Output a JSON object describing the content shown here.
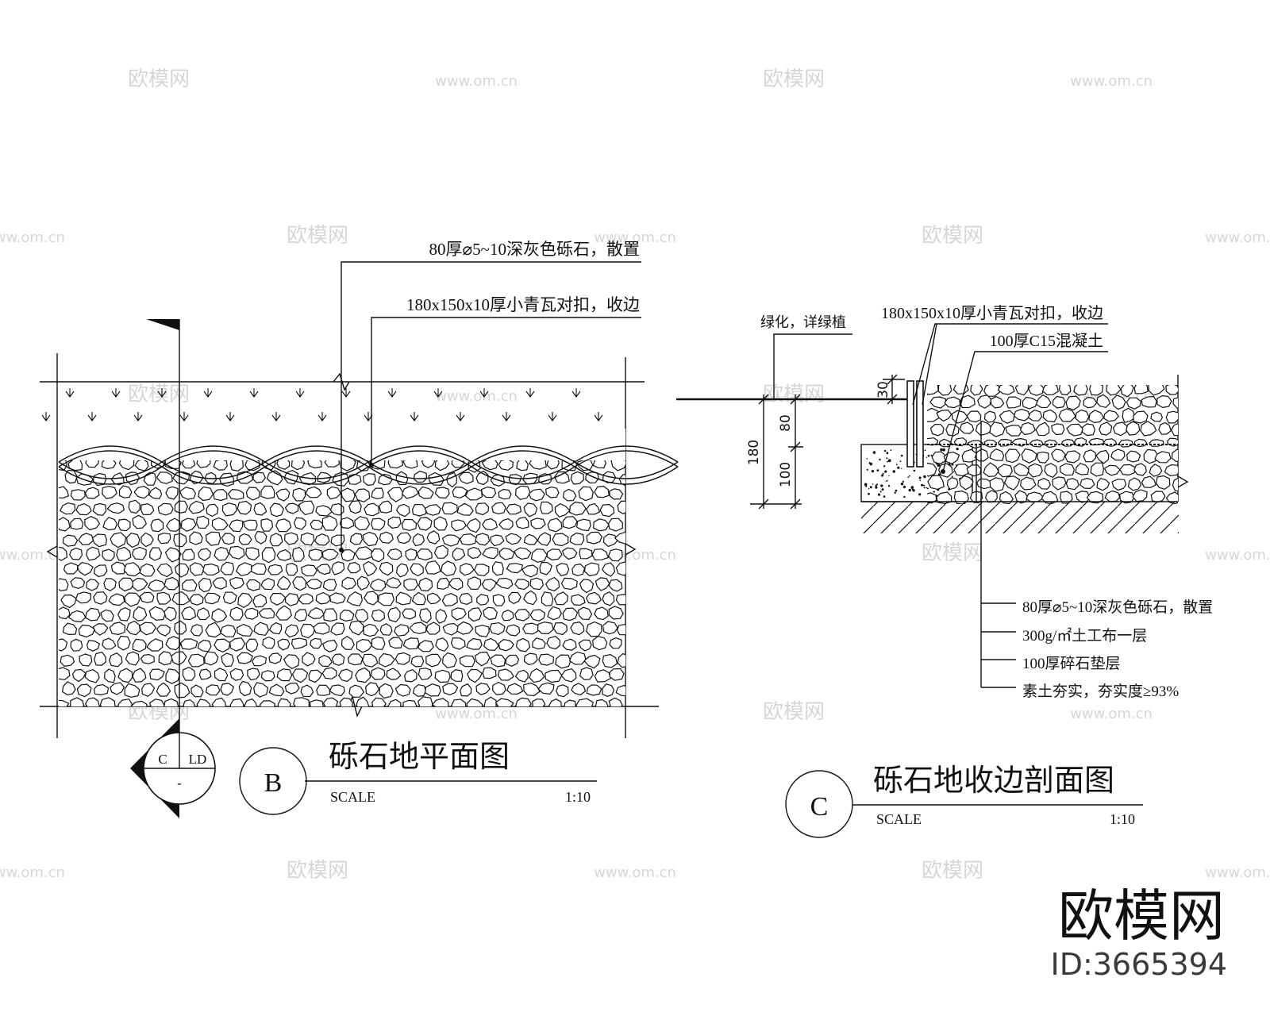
{
  "plan": {
    "callout_gravel": "80厚⌀5~10深灰色砾石，散置",
    "callout_tile": "180x150x10厚小青瓦对扣，收边",
    "section_mark": {
      "left": "C",
      "right": "LD",
      "bottom": "-"
    },
    "title": {
      "letter": "B",
      "name": "砾石地平面图",
      "scale_label": "SCALE",
      "scale_value": "1:10"
    }
  },
  "section": {
    "callout_green": "绿化，详绿植",
    "callout_tile": "180x150x10厚小青瓦对扣，收边",
    "callout_concrete": "100厚C15混凝土",
    "dim_30": "30",
    "dim_80": "80",
    "dim_180": "180",
    "dim_100": "100",
    "layers": [
      "80厚⌀5~10深灰色砾石，散置",
      "300g/㎡土工布一层",
      "100厚碎石垫层",
      "素土夯实，夯实度≥93%"
    ],
    "title": {
      "letter": "C",
      "name": "砾石地收边剖面图",
      "scale_label": "SCALE",
      "scale_value": "1:10"
    }
  },
  "watermark": {
    "brand": "欧模网",
    "url": "www.om.cn",
    "id": "ID:3665394"
  }
}
